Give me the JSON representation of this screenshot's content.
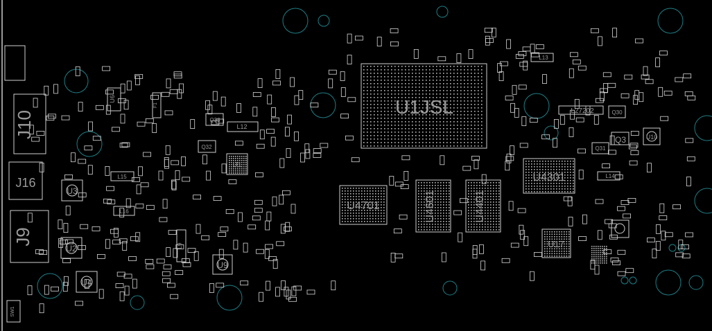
{
  "board": {
    "components": [
      {
        "ref": "J10"
      },
      {
        "ref": "J16"
      },
      {
        "ref": "J9"
      },
      {
        "ref": "U3"
      },
      {
        "ref": "U2"
      },
      {
        "ref": "U4"
      },
      {
        "ref": "U9"
      },
      {
        "ref": "L15"
      },
      {
        "ref": "L16"
      },
      {
        "ref": "L9"
      },
      {
        "ref": "L12"
      },
      {
        "ref": "Q33"
      },
      {
        "ref": "Q32"
      },
      {
        "ref": "U1"
      },
      {
        "ref": "U1JSL"
      },
      {
        "ref": "U4701"
      },
      {
        "ref": "U4601"
      },
      {
        "ref": "U4401"
      },
      {
        "ref": "U4301"
      },
      {
        "ref": "U17"
      },
      {
        "ref": "L13"
      },
      {
        "ref": "L27202"
      },
      {
        "ref": "Q30"
      },
      {
        "ref": "Q3"
      },
      {
        "ref": "Q31"
      },
      {
        "ref": "L14"
      },
      {
        "ref": "U10"
      },
      {
        "ref": "SW1"
      },
      {
        "ref": "F1"
      },
      {
        "ref": "U6"
      }
    ]
  },
  "colors": {
    "background": "#000000",
    "outline": "#cfcfcf",
    "hole": "#1f7f86",
    "label": "#9a9a9a"
  }
}
